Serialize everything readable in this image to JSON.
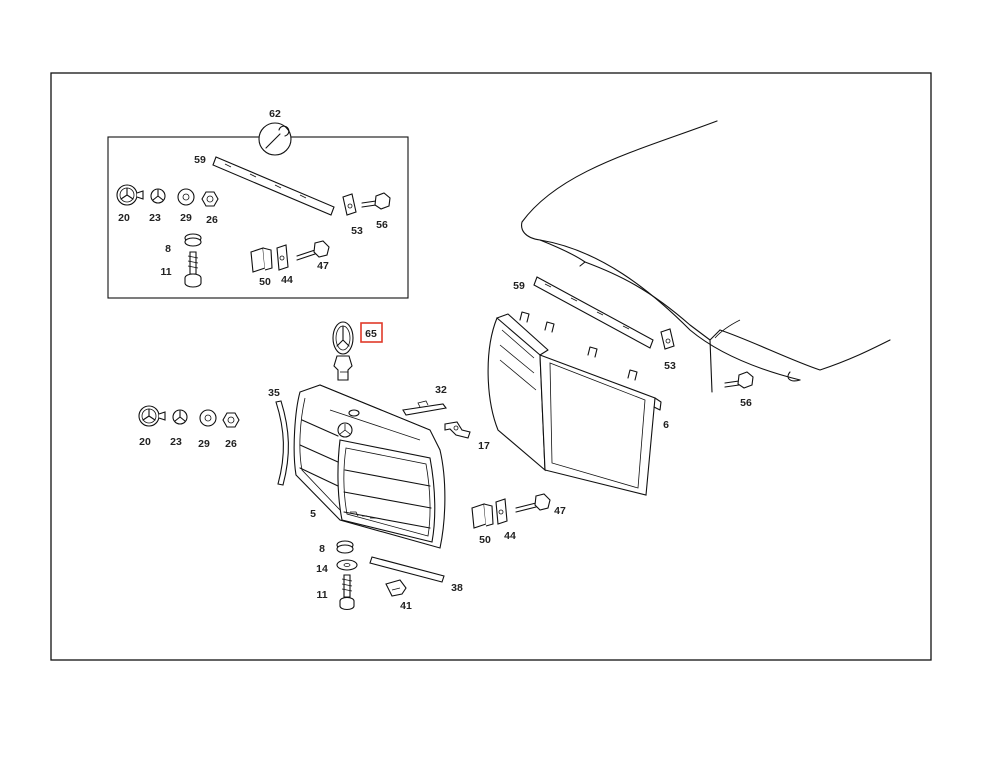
{
  "diagram": {
    "inset_labels": {
      "tool": "62",
      "strip": "59",
      "emblem": "20",
      "star": "23",
      "washer": "29",
      "nut": "26",
      "clip_nut": "53",
      "bolt": "56",
      "rubber": "8",
      "screw": "11",
      "bracket_a": "50",
      "bracket_b": "44",
      "screw_b": "47"
    },
    "main_labels": {
      "mount_emblem": "65",
      "emblem": "20",
      "star": "23",
      "washer": "29",
      "nut": "26",
      "trim_strip": "35",
      "clip": "32",
      "clip_b": "17",
      "grille": "5",
      "rubber": "8",
      "washer_b": "14",
      "screw": "11",
      "lower_strip": "38",
      "clip_c": "41",
      "seal_strip": "59",
      "clip_nut": "53",
      "bolt": "56",
      "frame": "6",
      "screw_b": "47",
      "bracket_a": "50",
      "bracket_b": "44"
    },
    "highlight_color": "#e03a2a"
  }
}
